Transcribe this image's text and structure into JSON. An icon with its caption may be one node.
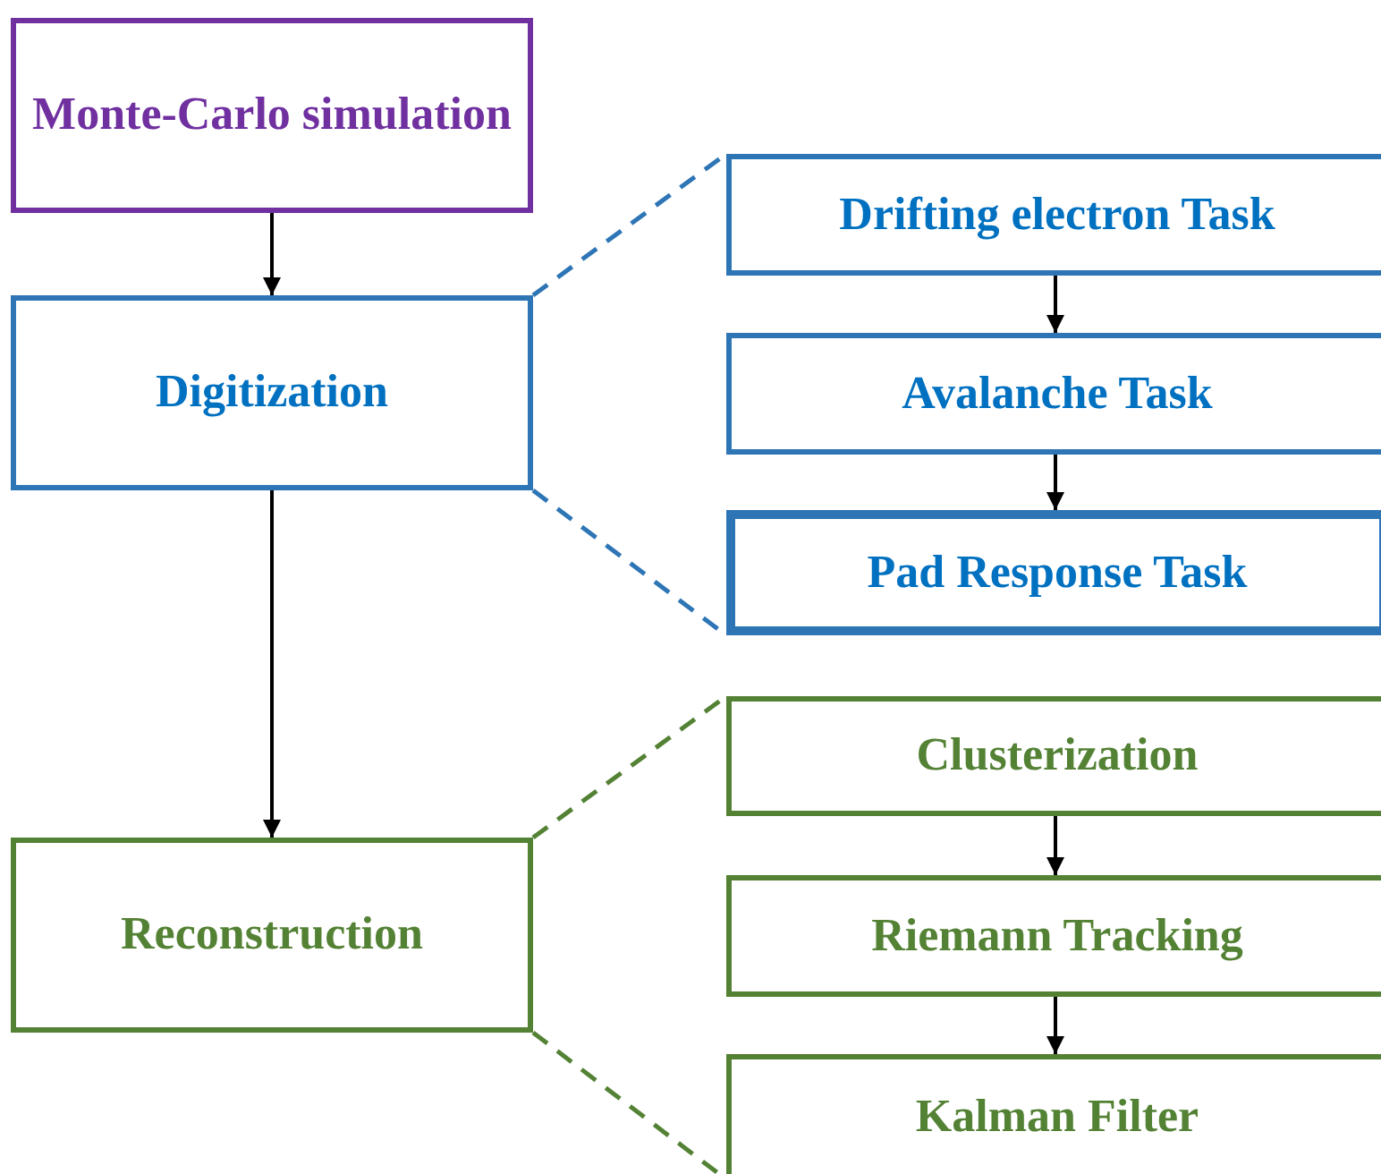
{
  "diagram": {
    "nodes": [
      {
        "text": [
          "Monte-Carlo simulation"
        ]
      },
      {
        "text": [
          "Digitization"
        ]
      },
      {
        "text": [
          "Reconstruction"
        ]
      },
      {
        "text": [
          "Drifting electron Task"
        ]
      },
      {
        "text": [
          "Avalanche Task"
        ]
      },
      {
        "text": [
          "Pad Response Task"
        ]
      },
      {
        "text": [
          "Clusterization"
        ]
      },
      {
        "text": [
          "Riemann Tracking"
        ]
      },
      {
        "text": [
          "Kalman Filter"
        ]
      }
    ],
    "edges": [
      {
        "from": 0,
        "to": 1,
        "arrow": "to"
      },
      {
        "from": 1,
        "to": 2,
        "arrow": "to"
      },
      {
        "from": 1,
        "to": 3,
        "arrow": "none",
        "style": "dashed",
        "color": "#2e75b6"
      },
      {
        "from": 1,
        "to": 5,
        "arrow": "none",
        "style": "dashed",
        "color": "#2e75b6"
      },
      {
        "from": 3,
        "to": 4,
        "arrow": "to"
      },
      {
        "from": 4,
        "to": 5,
        "arrow": "to"
      },
      {
        "from": 2,
        "to": 6,
        "arrow": "none",
        "style": "dashed",
        "color": "#548235"
      },
      {
        "from": 2,
        "to": 8,
        "arrow": "none",
        "style": "dashed",
        "color": "#548235"
      },
      {
        "from": 6,
        "to": 7,
        "arrow": "to"
      },
      {
        "from": 7,
        "to": 8,
        "arrow": "to"
      }
    ]
  }
}
